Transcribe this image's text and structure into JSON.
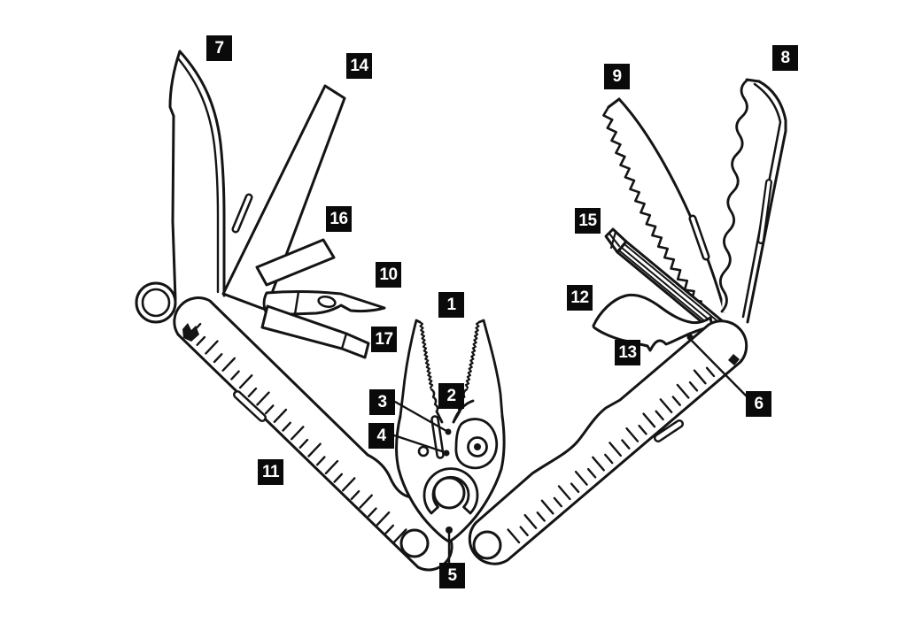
{
  "colors": {
    "background": "#ffffff",
    "line": "#141414",
    "label_bg": "#0a0a0a",
    "label_text": "#ffffff"
  },
  "callouts": [
    {
      "label": "1"
    },
    {
      "label": "2"
    },
    {
      "label": "3"
    },
    {
      "label": "4"
    },
    {
      "label": "5"
    },
    {
      "label": "6"
    },
    {
      "label": "7"
    },
    {
      "label": "8"
    },
    {
      "label": "9"
    },
    {
      "label": "10"
    },
    {
      "label": "11"
    },
    {
      "label": "12"
    },
    {
      "label": "13"
    },
    {
      "label": "14"
    },
    {
      "label": "15"
    },
    {
      "label": "16"
    },
    {
      "label": "17"
    }
  ]
}
